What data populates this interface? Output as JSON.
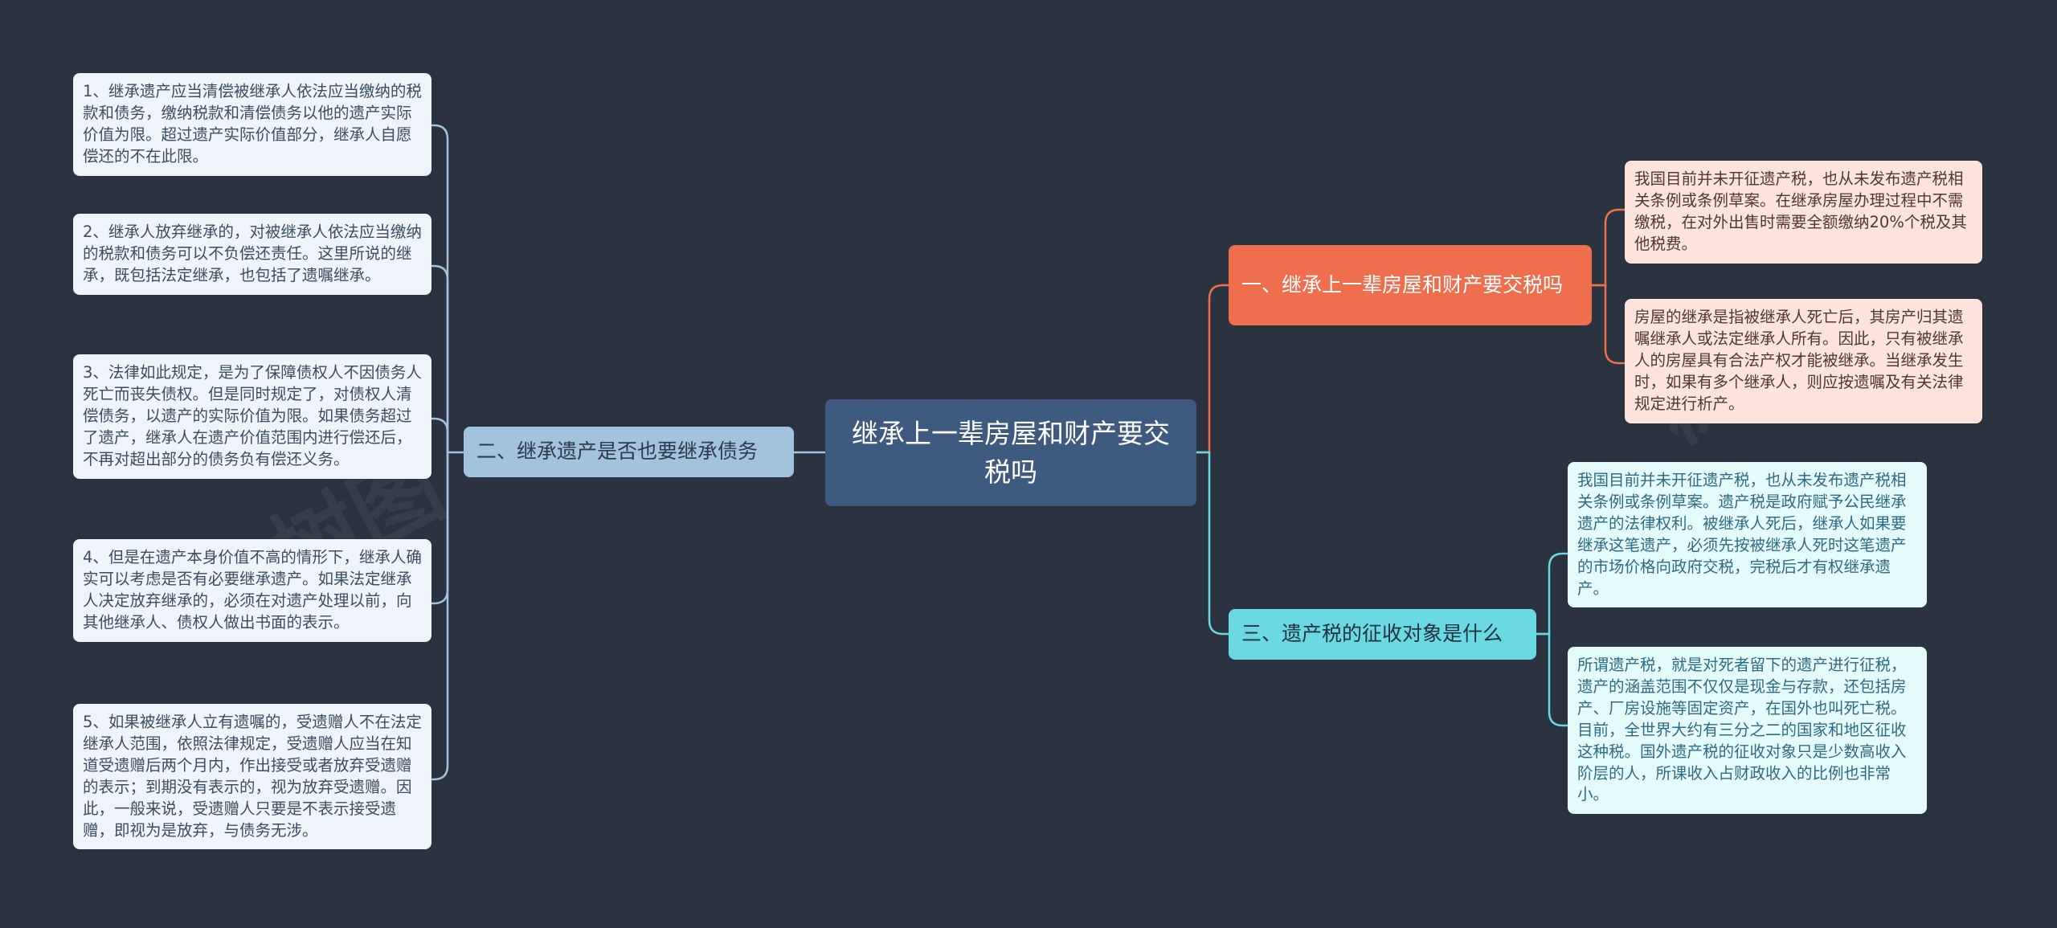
{
  "root": {
    "label": "继承上一辈房屋和财产要交税吗"
  },
  "branches": [
    {
      "label": "一、继承上一辈房屋和财产要交税吗",
      "color": "#ee6e4d",
      "leaves": [
        "我国目前并未开征遗产税，也从未发布遗产税相关条例或条例草案。在继承房屋办理过程中不需缴税，在对外出售时需要全额缴纳20%个税及其他税费。",
        "房屋的继承是指被继承人死亡后，其房产归其遗嘱继承人或法定继承人所有。因此，只有被继承人的房屋具有合法产权才能被继承。当继承发生时，如果有多个继承人，则应按遗嘱及有关法律规定进行析产。"
      ]
    },
    {
      "label": "二、继承遗产是否也要继承债务",
      "color": "#a3c2db",
      "leaves": [
        "1、继承遗产应当清偿被继承人依法应当缴纳的税款和债务，缴纳税款和清偿债务以他的遗产实际价值为限。超过遗产实际价值部分，继承人自愿偿还的不在此限。",
        "2、继承人放弃继承的，对被继承人依法应当缴纳的税款和债务可以不负偿还责任。这里所说的继承，既包括法定继承，也包括了遗嘱继承。",
        "3、法律如此规定，是为了保障债权人不因债务人死亡而丧失债权。但是同时规定了，对债权人清偿债务，以遗产的实际价值为限。如果债务超过了遗产，继承人在遗产价值范围内进行偿还后，不再对超出部分的债务负有偿还义务。",
        "4、但是在遗产本身价值不高的情形下，继承人确实可以考虑是否有必要继承遗产。如果法定继承人决定放弃继承的，必须在对遗产处理以前，向其他继承人、债权人做出书面的表示。",
        "5、如果被继承人立有遗嘱的，受遗赠人不在法定继承人范围，依照法律规定，受遗赠人应当在知道受遗赠后两个月内，作出接受或者放弃受遗赠的表示；到期没有表示的，视为放弃受遗赠。因此，一般来说，受遗赠人只要是不表示接受遗赠，即视为是放弃，与债务无涉。"
      ]
    },
    {
      "label": "三、遗产税的征收对象是什么",
      "color": "#6ad9e2",
      "leaves": [
        "我国目前并未开征遗产税，也从未发布遗产税相关条例或条例草案。遗产税是政府赋予公民继承遗产的法律权利。被继承人死后，继承人如果要继承这笔遗产，必须先按被继承人死时这笔遗产的市场价格向政府交税，完税后才有权继承遗产。",
        "所谓遗产税，就是对死者留下的遗产进行征税，遗产的涵盖范围不仅仅是现金与存款，还包括房产、厂房设施等固定资产，在国外也叫死亡税。目前，全世界大约有三分之二的国家和地区征收这种税。国外遗产税的征收对象只是少数高收入阶层的人，所课收入占财政收入的比例也非常小。"
      ]
    }
  ],
  "watermark": "树图"
}
